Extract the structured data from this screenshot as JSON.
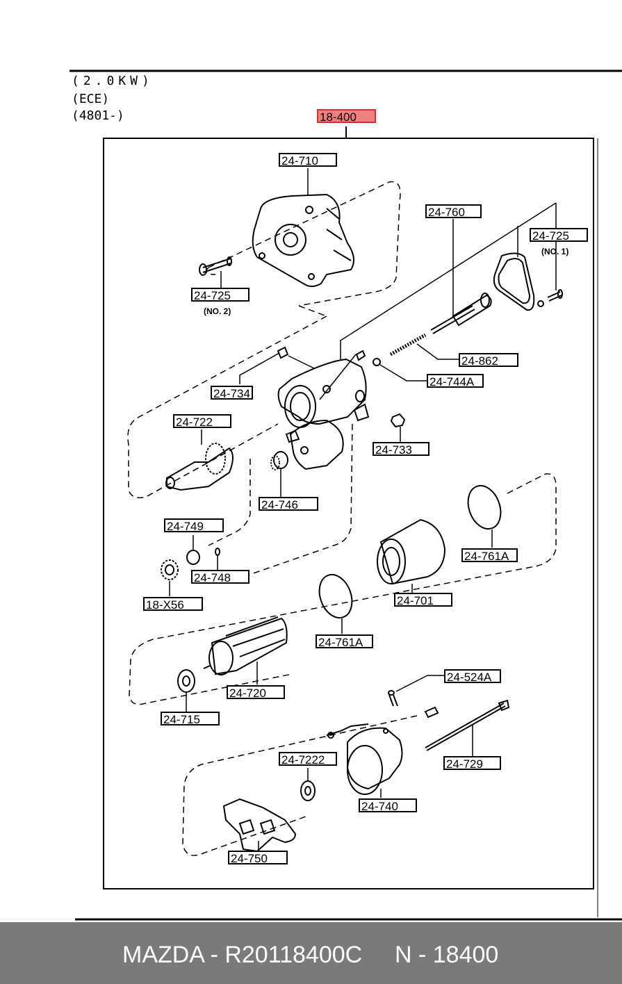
{
  "header": {
    "line1": "(2.0KW)",
    "line2": "(ECE)",
    "line3": "(4801-)"
  },
  "assembly_label": "18-400",
  "parts": {
    "p24_710": "24-710",
    "p24_725_no2": "24-725",
    "p24_725_no2_note": "(NO. 2)",
    "p24_760": "24-760",
    "p24_725_no1": "24-725",
    "p24_725_no1_note": "(NO. 1)",
    "p24_862": "24-862",
    "p24_744a": "24-744A",
    "p24_734": "24-734",
    "p24_722": "24-722",
    "p24_733": "24-733",
    "p24_746": "24-746",
    "p24_749": "24-749",
    "p24_748": "24-748",
    "p18_x56": "18-X56",
    "p24_761a_right": "24-761A",
    "p24_701": "24-701",
    "p24_761a_left": "24-761A",
    "p24_720": "24-720",
    "p24_715": "24-715",
    "p24_524a": "24-524A",
    "p24_7222": "24-7222",
    "p24_729": "24-729",
    "p24_740": "24-740",
    "p24_750": "24-750"
  },
  "footer": {
    "brand_code": "MAZDA - R20118400C",
    "ref": "N - 18400"
  },
  "colors": {
    "highlight": "#f08080",
    "footer_bg": "#7a7a7a"
  }
}
